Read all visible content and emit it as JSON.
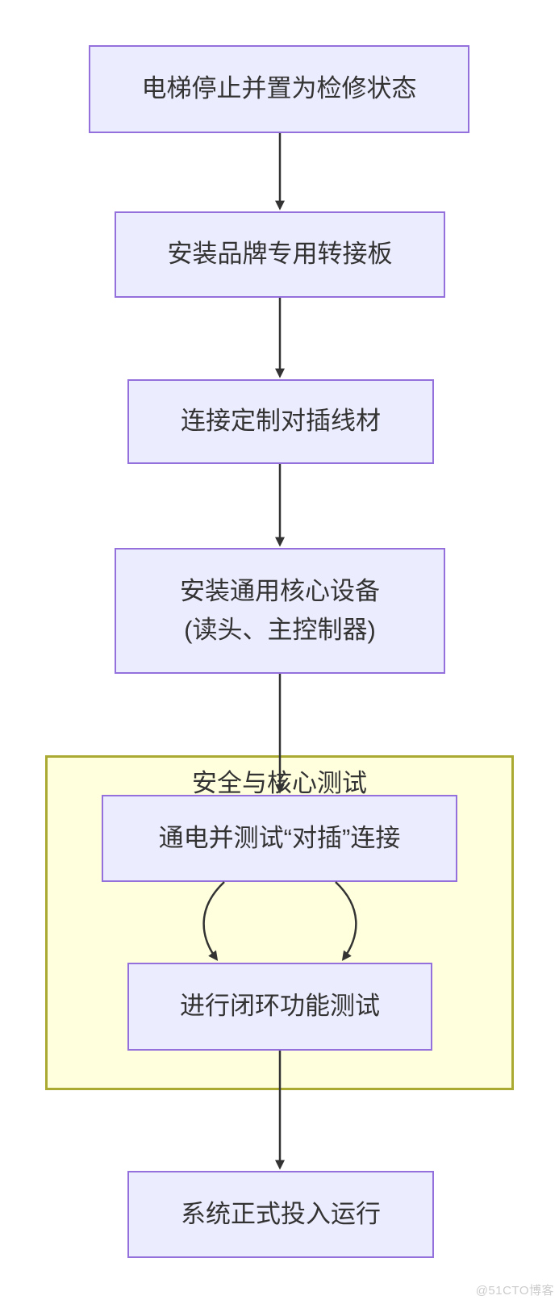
{
  "diagram": {
    "type": "flowchart",
    "direction": "top-down",
    "nodes": [
      {
        "id": "start",
        "label": "电梯停止并置为检修状态"
      },
      {
        "id": "adapter",
        "label": "安装品牌专用转接板"
      },
      {
        "id": "cable",
        "label": "连接定制对插线材"
      },
      {
        "id": "core",
        "label": "安装通用核心设备",
        "label2": "(读头、主控制器)"
      },
      {
        "id": "power",
        "label": "通电并测试“对插”连接"
      },
      {
        "id": "loop",
        "label": "进行闭环功能测试"
      },
      {
        "id": "run",
        "label": "系统正式投入运行"
      }
    ],
    "subgraph": {
      "title": "安全与核心测试",
      "contains": [
        "power",
        "loop"
      ]
    },
    "edges": [
      {
        "from": "start",
        "to": "adapter"
      },
      {
        "from": "adapter",
        "to": "cable"
      },
      {
        "from": "cable",
        "to": "core"
      },
      {
        "from": "core",
        "to": "power"
      },
      {
        "from": "power",
        "to": "loop"
      },
      {
        "from": "power",
        "to": "loop"
      },
      {
        "from": "loop",
        "to": "run"
      }
    ],
    "colors": {
      "background": "#FFFFFF",
      "node_fill": "#ECECFF",
      "node_border": "#9370DB",
      "subgraph_fill": "#FFFFDE",
      "subgraph_border": "#AAAA33",
      "edge": "#333333",
      "text": "#333333",
      "watermark": "#CCCCCC"
    }
  },
  "watermark": {
    "text": "@51CTO博客"
  }
}
